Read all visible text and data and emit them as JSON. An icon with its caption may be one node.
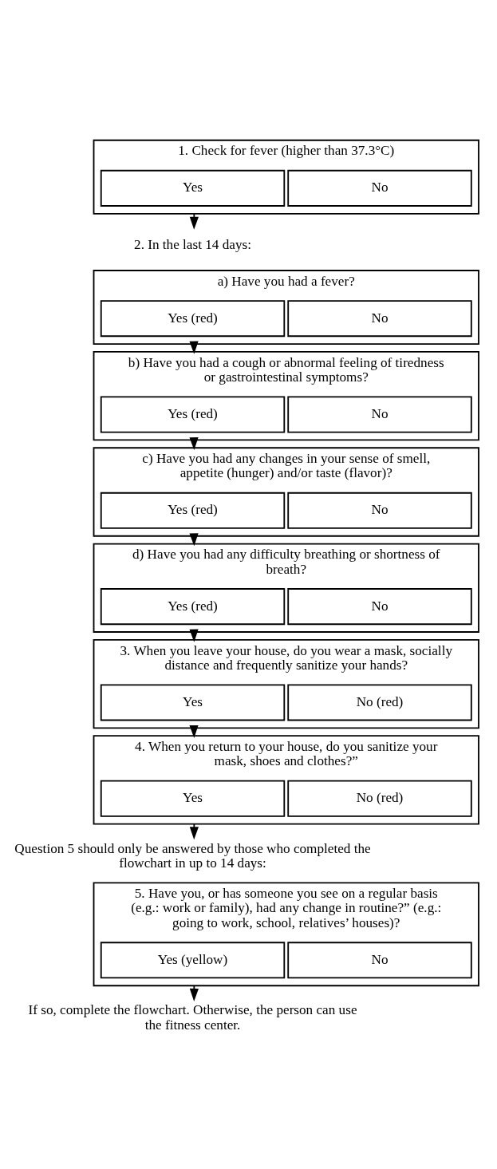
{
  "diagram": {
    "nodes": [
      {
        "text": [
          "1. Check for fever (higher than 37.3°C)"
        ]
      },
      {
        "text": [
          "Yes"
        ],
        "in": 0
      },
      {
        "text": [
          "No"
        ],
        "in": 0
      },
      {
        "text": [
          "2. In the last 14 days:"
        ]
      },
      {
        "text": [
          "a) Have you had a fever?"
        ]
      },
      {
        "text": [
          "Yes (red)"
        ],
        "in": 4
      },
      {
        "text": [
          "No"
        ],
        "in": 4
      },
      {
        "text": [
          "b) Have you had a cough or abnormal feeling of tiredness or gastrointestinal symptoms?"
        ]
      },
      {
        "text": [
          "Yes (red)"
        ],
        "in": 7
      },
      {
        "text": [
          "No"
        ],
        "in": 7
      },
      {
        "text": [
          "c) Have you had any changes in your sense of smell, appetite (hunger) and/or taste (flavor)?"
        ]
      },
      {
        "text": [
          "Yes (red)"
        ],
        "in": 10
      },
      {
        "text": [
          "No"
        ],
        "in": 10
      },
      {
        "text": [
          "d) Have you had any difficulty breathing or shortness of breath?"
        ]
      },
      {
        "text": [
          "Yes (red)"
        ],
        "in": 13
      },
      {
        "text": [
          "No"
        ],
        "in": 13
      },
      {
        "text": [
          "3. When you leave your house, do you wear a mask, socially distance and frequently sanitize your hands?"
        ]
      },
      {
        "text": [
          "Yes"
        ],
        "in": 16
      },
      {
        "text": [
          "No (red)"
        ],
        "in": 16
      },
      {
        "text": [
          "4. When you return to your house, do you sanitize your mask, shoes and clothes?”"
        ]
      },
      {
        "text": [
          "Yes"
        ],
        "in": 19
      },
      {
        "text": [
          "No (red)"
        ],
        "in": 19
      },
      {
        "text": [
          "Question 5 should only be answered by those who completed the flowchart in up to 14 days:"
        ]
      },
      {
        "text": [
          "5. Have you, or has someone you see on a regular basis (e.g.: work or family), had any change in routine?” (e.g.: going to work, school, relatives’ houses)?"
        ]
      },
      {
        "text": [
          "Yes (yellow)"
        ],
        "in": 23
      },
      {
        "text": [
          "No"
        ],
        "in": 23
      },
      {
        "text": [
          "If so, complete the flowchart. Otherwise, the person can use the fitness center."
        ]
      }
    ],
    "edges": [
      {
        "from": 0,
        "to": 3,
        "arrow": "to"
      },
      {
        "from": 4,
        "to": 7,
        "arrow": "to"
      },
      {
        "from": 7,
        "to": 10,
        "arrow": "to"
      },
      {
        "from": 10,
        "to": 13,
        "arrow": "to"
      },
      {
        "from": 13,
        "to": 16,
        "arrow": "to"
      },
      {
        "from": 16,
        "to": 19,
        "arrow": "to"
      },
      {
        "from": 19,
        "to": 22,
        "arrow": "to"
      },
      {
        "from": 23,
        "to": 26,
        "arrow": "to"
      }
    ]
  }
}
